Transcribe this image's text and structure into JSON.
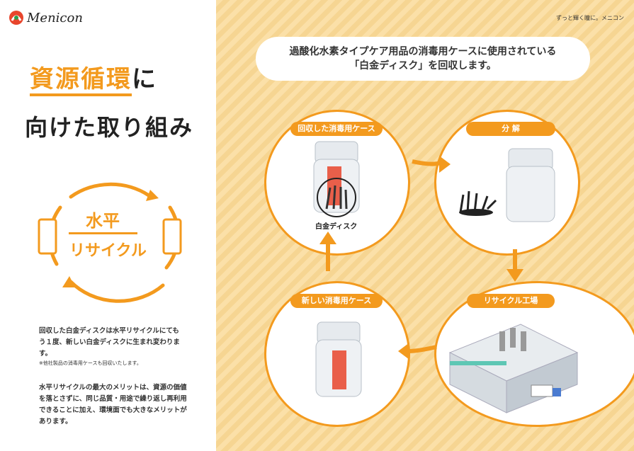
{
  "brand": {
    "name": "Menicon",
    "tagline": "ずっと輝く瞳に。メニコン"
  },
  "title": {
    "line1_highlight": "資源循環",
    "line1_rest": "に",
    "line2": "向けた取り組み"
  },
  "cycle": {
    "line1": "水平",
    "line2": "リサイクル"
  },
  "body": {
    "para1": "回収した白金ディスクは水平リサイクルにても う１度、新しい白金ディスクに生まれ変わります。",
    "note": "※他社製品の消毒用ケースも回収いたします。",
    "para2": "水平リサイクルの最大のメリットは、資源の価値を落とさずに、同じ品質・用途で繰り返し再利用できることに加え、環境面でも大きなメリットがあります。"
  },
  "bubble": {
    "line1": "過酸化水素タイプケア用品の消毒用ケースに使用されている",
    "line2": "「白金ディスク」を回収します。"
  },
  "steps": {
    "collected": "回収した消毒用ケース",
    "disassemble": "分 解",
    "factory": "リサイクル工場",
    "new_case": "新しい消毒用ケース",
    "disk_label": "白金ディスク"
  },
  "colors": {
    "accent": "#f39a1e",
    "disk_red": "#e8452c"
  }
}
